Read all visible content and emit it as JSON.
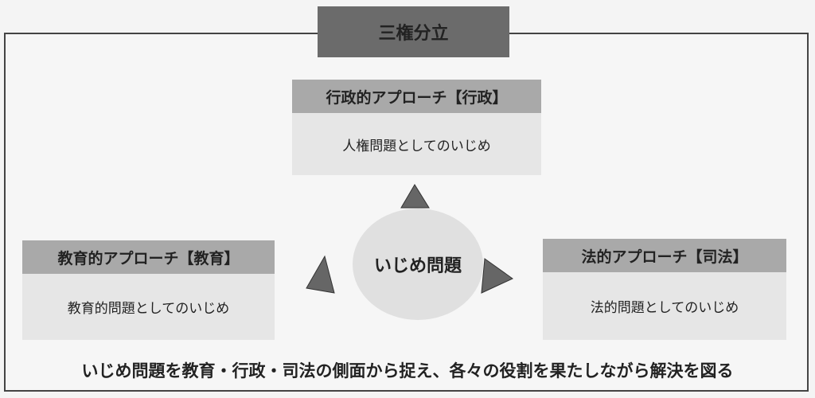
{
  "title": "三権分立",
  "center": "いじめ問題",
  "approaches": [
    {
      "header": "行政的アプローチ【行政】",
      "body": "人権問題としてのいじめ"
    },
    {
      "header": "教育的アプローチ【教育】",
      "body": "教育的問題としてのいじめ"
    },
    {
      "header": "法的アプローチ【司法】",
      "body": "法的問題としてのいじめ"
    }
  ],
  "summary": "いじめ問題を教育・行政・司法の側面から捉え、各々の役割を果たしながら解決を図る"
}
